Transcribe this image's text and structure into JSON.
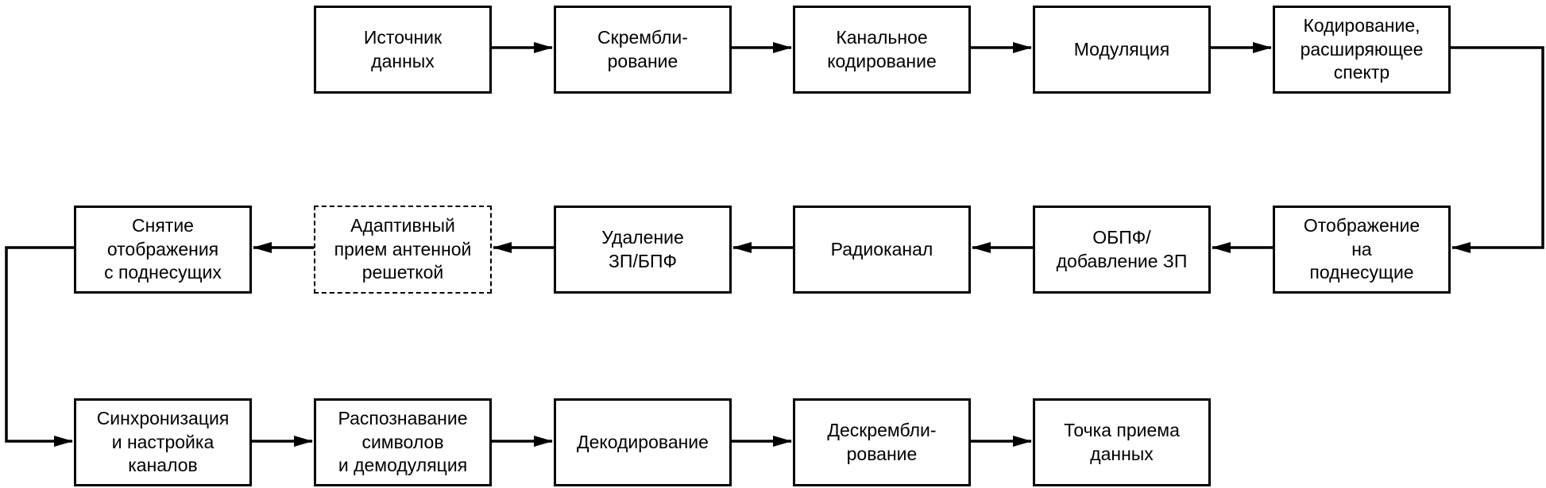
{
  "blocks": {
    "source": "Источник\nданных",
    "scrambling": "Скрембли-\nрование",
    "channel_coding": "Канальное\nкодирование",
    "modulation": "Модуляция",
    "spreading": "Кодирование,\nрасширяющее\nспектр",
    "subcarrier_demapping": "Снятие\nотображения\nс поднесущих",
    "adaptive_array": "Адаптивный\nприем антенной\nрешеткой",
    "gi_removal_fft": "Удаление\nЗП/БПФ",
    "radio_channel": "Радиоканал",
    "ifft_gi": "ОБПФ/\nдобавление ЗП",
    "subcarrier_mapping": "Отображение\nна\nподнесущие",
    "sync": "Синхронизация\nи настройка\nканалов",
    "symbol_demod": "Распознавание\nсимволов\nи демодуляция",
    "decoding": "Декодирование",
    "descrambling": "Дескрембли-\nрование",
    "sink": "Точка приема\nданных"
  }
}
